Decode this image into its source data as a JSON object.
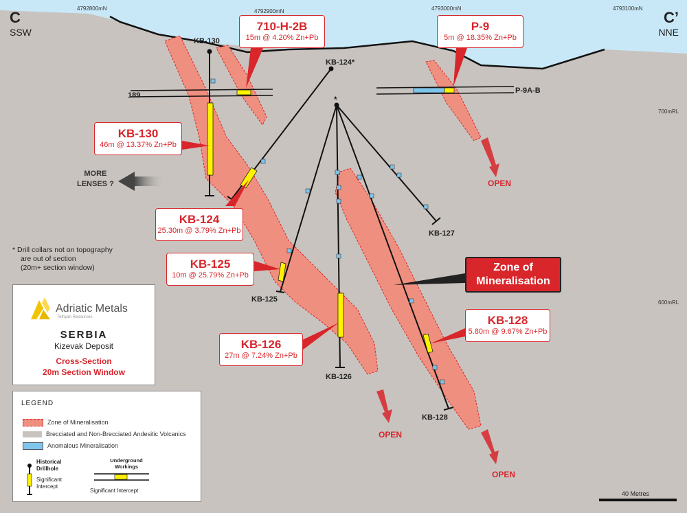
{
  "corners": {
    "left_letter": "C",
    "left_dir": "SSW",
    "right_letter": "C’",
    "right_dir": "NNE"
  },
  "ticks": {
    "n1": "4792800mN",
    "n2": "4792900mN",
    "n3": "4793000mN",
    "n4": "4793100mN",
    "rl700": "700mRL",
    "rl600": "600mRL"
  },
  "callouts": {
    "c710": {
      "title": "710-H-2B",
      "sub": "15m @ 4.20% Zn+Pb"
    },
    "p9": {
      "title": "P-9",
      "sub": "5m @ 18.35% Zn+Pb"
    },
    "kb130": {
      "title": "KB-130",
      "sub": "46m @ 13.37% Zn+Pb"
    },
    "kb124": {
      "title": "KB-124",
      "sub": "25.30m @ 3.79% Zn+Pb"
    },
    "kb125": {
      "title": "KB-125",
      "sub": "10m @ 25.79% Zn+Pb"
    },
    "kb126": {
      "title": "KB-126",
      "sub": "27m @ 7.24% Zn+Pb"
    },
    "kb128": {
      "title": "KB-128",
      "sub": "5.80m @ 9.67% Zn+Pb"
    }
  },
  "labels": {
    "kb130": "KB-130",
    "kb124top": "KB-124*",
    "l189": "189",
    "p9ab": "P-9A-B",
    "kb127": "KB-127",
    "kb125": "KB-125",
    "kb126": "KB-126",
    "kb128": "KB-128",
    "star": "*",
    "more1": "MORE",
    "more2": "LENSES ?",
    "open1": "OPEN",
    "open2": "OPEN",
    "open3": "OPEN"
  },
  "zone": {
    "line1": "Zone of",
    "line2": "Mineralisation"
  },
  "note": {
    "l1": "*  Drill collars not on topography",
    "l2": "are out of section",
    "l3": "(20m+ section window)"
  },
  "logo": {
    "name": "Adriatic Metals",
    "tag": "Tethyan Resources",
    "country": "SERBIA",
    "deposit": "Kizevak Deposit",
    "t1": "Cross-Section",
    "t2": "20m Section Window"
  },
  "legend": {
    "title": "LEGEND",
    "zone": "Zone of Mineralisation",
    "volc": "Brecciated and Non-Brecciated Andesitic Volcanics",
    "anom": "Anomalous Mineralisation",
    "hist1": "Historical",
    "hist2": "Drillhole",
    "sig1": "Significant",
    "sig2": "Intercept",
    "ug1": "Underground",
    "ug2": "Workings",
    "ugsig": "Significant Intercept"
  },
  "scale": {
    "label": "40 Metres"
  },
  "colors": {
    "zone": "#ef8f7f",
    "red": "#d8262b",
    "sky": "#c9e8f7",
    "intercept": "#fff200",
    "anom": "#7fc4ea"
  }
}
